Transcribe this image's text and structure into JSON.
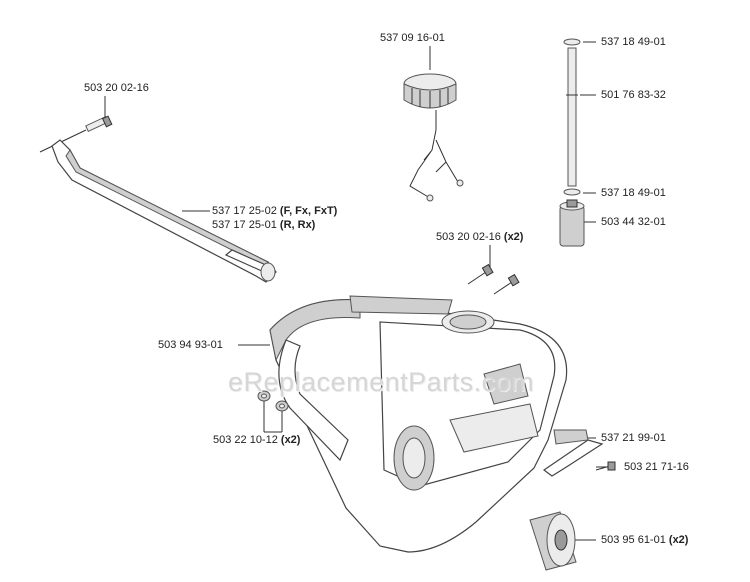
{
  "watermark": "eReplacementParts.com",
  "parts": [
    {
      "id": "p1",
      "number": "503 20 02-16",
      "note": ""
    },
    {
      "id": "p2",
      "number": "537 09 16-01",
      "note": ""
    },
    {
      "id": "p3",
      "number": "537 18 49-01",
      "note": ""
    },
    {
      "id": "p4",
      "number": "501 76 83-32",
      "note": ""
    },
    {
      "id": "p5",
      "number": "537 18 49-01",
      "note": ""
    },
    {
      "id": "p6",
      "number": "503 44 32-01",
      "note": ""
    },
    {
      "id": "p7",
      "number": "537 17 25-02",
      "note": "(F, Fx, FxT)"
    },
    {
      "id": "p8",
      "number": "537 17 25-01",
      "note": "(R, Rx)"
    },
    {
      "id": "p9",
      "number": "503 20 02-16",
      "note": "(x2)"
    },
    {
      "id": "p10",
      "number": "503 94 93-01",
      "note": ""
    },
    {
      "id": "p11",
      "number": "503 22 10-12",
      "note": "(x2)"
    },
    {
      "id": "p12",
      "number": "537 21 99-01",
      "note": ""
    },
    {
      "id": "p13",
      "number": "503 21 71-16",
      "note": ""
    },
    {
      "id": "p14",
      "number": "503 95 61-01",
      "note": "(x2)"
    }
  ]
}
